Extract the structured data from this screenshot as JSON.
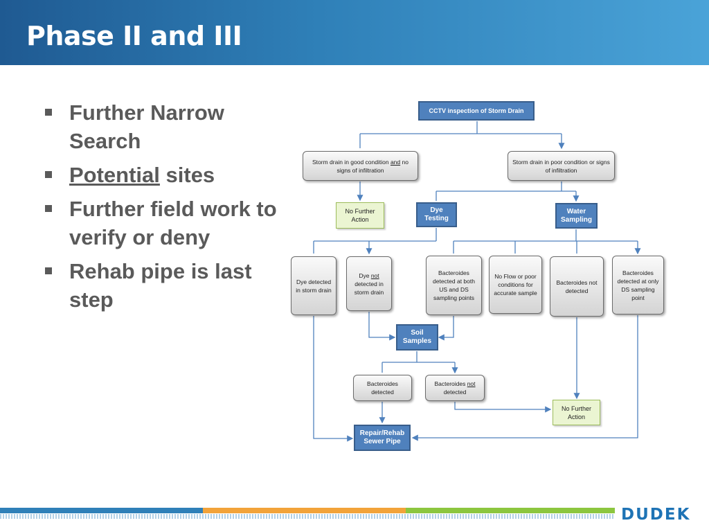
{
  "header": {
    "title": "Phase II and III"
  },
  "bullets": [
    {
      "text": "Further Narrow Search"
    },
    {
      "underlined": "Potential",
      "rest": " sites"
    },
    {
      "text": "Further field work to verify or deny"
    },
    {
      "text": "Rehab pipe is last step"
    }
  ],
  "diagram": {
    "cctv": "CCTV inspection of Storm Drain",
    "good_pre": "Storm drain in good condition ",
    "good_and": "and",
    "good_post": " no signs of infiltration",
    "poor": "Storm drain in poor condition or signs of infiltration",
    "no_action_1": "No Further Action",
    "dye_testing": "Dye Testing",
    "water_sampling": "Water Sampling",
    "dye_detected": "Dye detected in storm drain",
    "dye_not_pre": "Dye ",
    "dye_not_not": "not",
    "dye_not_post": " detected in storm drain",
    "bact_both": "Bacteroides detected at both US and DS sampling points",
    "no_flow": "No Flow or poor conditions for accurate sample",
    "bact_not": "Bacteroides not detected",
    "bact_ds": "Bacteroides detected at only DS sampling point",
    "soil": "Soil Samples",
    "soil_detected": "Bacteroides detected",
    "soil_not_pre": "Bacteroides ",
    "soil_not_not": "not",
    "soil_not_post": " detected",
    "no_action_2": "No Further Action",
    "repair": "Repair/Rehab Sewer Pipe"
  },
  "footer": {
    "logo": "DUDEK"
  },
  "colors": {
    "header": "#2f80b8",
    "box_blue": "#4f81bd",
    "connector": "#4f81bd",
    "green_box": "#ebf5d2",
    "logo": "#1e73b5"
  }
}
